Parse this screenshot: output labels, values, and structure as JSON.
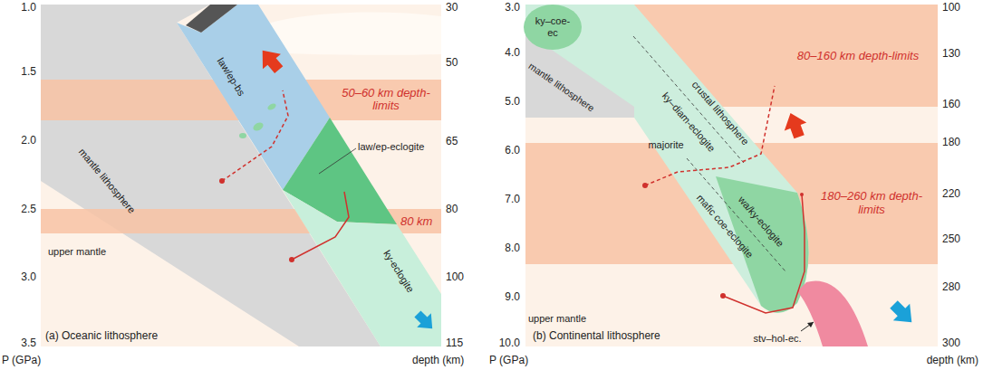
{
  "diagram": {
    "nodes": [
      {
        "text": [
          "50–60 km depth-limits"
        ]
      },
      {
        "text": [
          "80 km"
        ]
      },
      {
        "text": [
          "80–160 km depth-limits"
        ]
      },
      {
        "text": [
          "180–260 km depth-limits"
        ]
      }
    ],
    "labels": [
      "law/ep-bs",
      "law/ep-eclogite",
      "mantle lithosphere",
      "upper mantle",
      "ky-eclogite",
      "(a) Oceanic lithosphere",
      "1.0",
      "1.5",
      "2.0",
      "2.5",
      "3.0",
      "3.5",
      "30",
      "50",
      "65",
      "80",
      "100",
      "115",
      "P (GPa)",
      "depth (km)",
      "ky–coe- ec",
      "crustal lithosphere",
      "mantle lithosphere",
      "ky–diam-eclogite",
      "majorite",
      "mafic coe-eclogite",
      "wa/ky-eclogite",
      "upper mantle",
      "stv–hol-ec.",
      "(b) Continental lithosphere",
      "3.0",
      "4.0",
      "5.0",
      "6.0",
      "7.0",
      "8.0",
      "9.0",
      "10.0",
      "100",
      "130",
      "160",
      "180",
      "220",
      "250",
      "280",
      "300",
      "P (GPa)",
      "depth (km)"
    ]
  }
}
